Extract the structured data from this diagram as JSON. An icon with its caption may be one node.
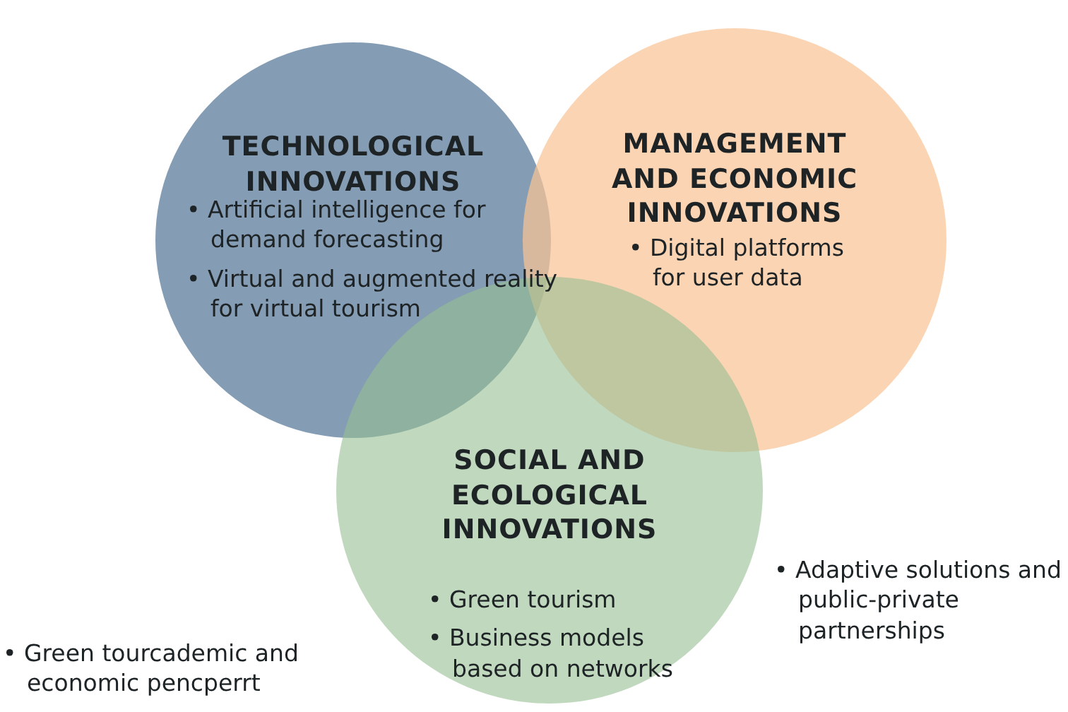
{
  "diagram": {
    "nodes": [
      {
        "text": [
          "TECHNOLOGICAL INNOVATIONS",
          "• Artificial intelligence for demand forecasting",
          "• Virtual and augmented reality for virtual tourism"
        ]
      },
      {
        "text": [
          "MANAGEMENT AND ECONOMIC INNOVATIONS",
          "• Digital platforms for user data"
        ]
      },
      {
        "text": [
          "SOCIAL AND ECOLOGICAL INNOVATIONS",
          "• Green tourism",
          "• Business models based on networks"
        ]
      }
    ],
    "labels": [
      "• Adaptive solutions and public-private partnerships",
      "• Green tourcademic and economic pencperrt"
    ]
  }
}
